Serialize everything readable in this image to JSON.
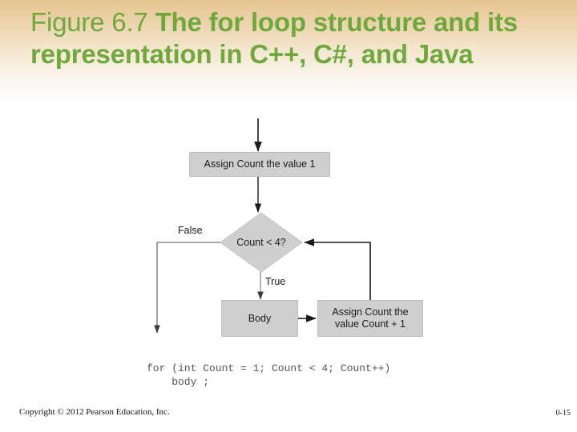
{
  "slide": {
    "title_prefix": "Figure 6.7 ",
    "title_main": " The for loop structure and its representation in C++, C#, and Java",
    "accent_color": "#6fa83c",
    "header_color": "#e6c491",
    "node_fill": "#cfcfcf"
  },
  "flowchart": {
    "type": "flowchart",
    "nodes": [
      {
        "id": "init",
        "shape": "rectangle",
        "label": "Assign Count the value 1"
      },
      {
        "id": "condition",
        "shape": "diamond",
        "label": "Count < 4?"
      },
      {
        "id": "body",
        "shape": "rectangle",
        "label": "Body"
      },
      {
        "id": "increment",
        "shape": "rectangle",
        "label": "Assign Count the value Count + 1"
      }
    ],
    "edge_labels": {
      "false": "False",
      "true": "True"
    }
  },
  "code": {
    "line1": "for (int Count = 1; Count < 4; Count++)",
    "line2": "    body ;"
  },
  "footer": {
    "copyright": "Copyright © 2012 Pearson Education, Inc.",
    "page_number": "0-15"
  }
}
